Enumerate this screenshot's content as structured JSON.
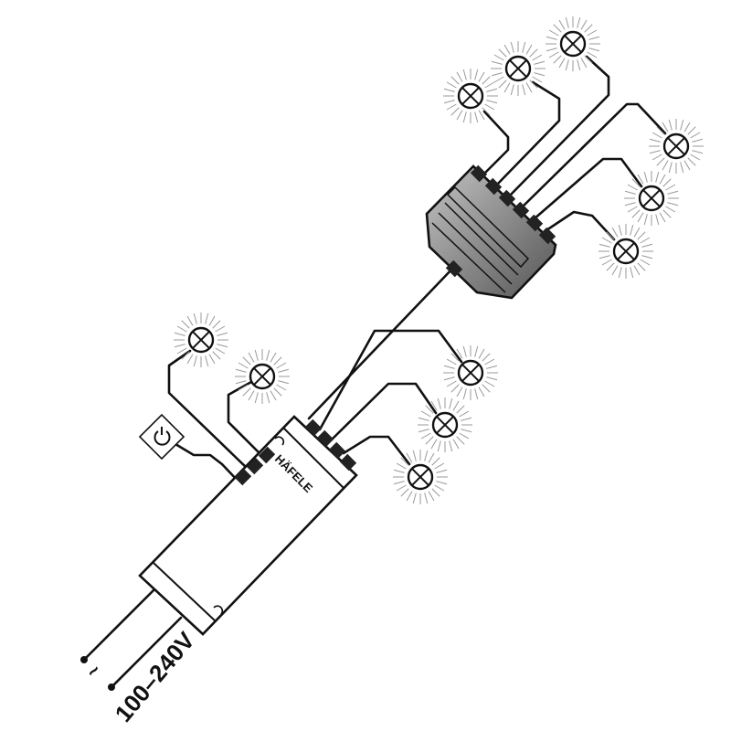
{
  "title": "LED driver wiring diagram",
  "driver": {
    "brand": "HÄFELE"
  },
  "power": {
    "symbol": "~",
    "voltage": "100–240V"
  },
  "switch": {
    "icon": "power-icon"
  },
  "lamp_count": 11,
  "colors": {
    "line": "#111111",
    "hub_light": "#b8b8b8",
    "hub_dark": "#5a5a5a",
    "glow": "#999999"
  }
}
